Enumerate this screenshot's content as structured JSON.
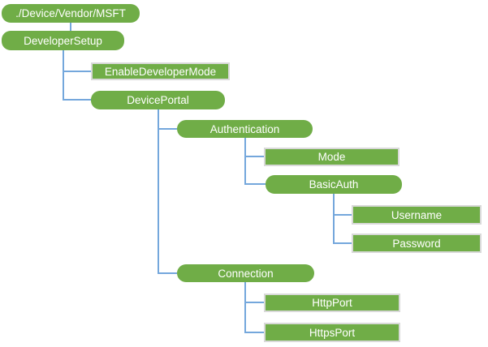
{
  "diagram": {
    "colors": {
      "canvas_bg": "#ffffff",
      "node_fill": "#70AD47",
      "node_text": "#ffffff",
      "leaf_border": "#D9D9D9",
      "connector": "#74A7DC"
    },
    "nodes": {
      "root": {
        "label": "./Device/Vendor/MSFT",
        "type": "branch"
      },
      "developer_setup": {
        "label": "DeveloperSetup",
        "type": "branch"
      },
      "enable_developer_mode": {
        "label": "EnableDeveloperMode",
        "type": "leaf"
      },
      "device_portal": {
        "label": "DevicePortal",
        "type": "branch"
      },
      "authentication": {
        "label": "Authentication",
        "type": "branch"
      },
      "mode": {
        "label": "Mode",
        "type": "leaf"
      },
      "basic_auth": {
        "label": "BasicAuth",
        "type": "branch"
      },
      "username": {
        "label": "Username",
        "type": "leaf"
      },
      "password": {
        "label": "Password",
        "type": "leaf"
      },
      "connection": {
        "label": "Connection",
        "type": "branch"
      },
      "http_port": {
        "label": "HttpPort",
        "type": "leaf"
      },
      "https_port": {
        "label": "HttpsPort",
        "type": "leaf"
      }
    },
    "hierarchy": {
      "./Device/Vendor/MSFT": {
        "DeveloperSetup": {
          "EnableDeveloperMode": {},
          "DevicePortal": {
            "Authentication": {
              "Mode": {},
              "BasicAuth": {
                "Username": {},
                "Password": {}
              }
            },
            "Connection": {
              "HttpPort": {},
              "HttpsPort": {}
            }
          }
        }
      }
    }
  }
}
